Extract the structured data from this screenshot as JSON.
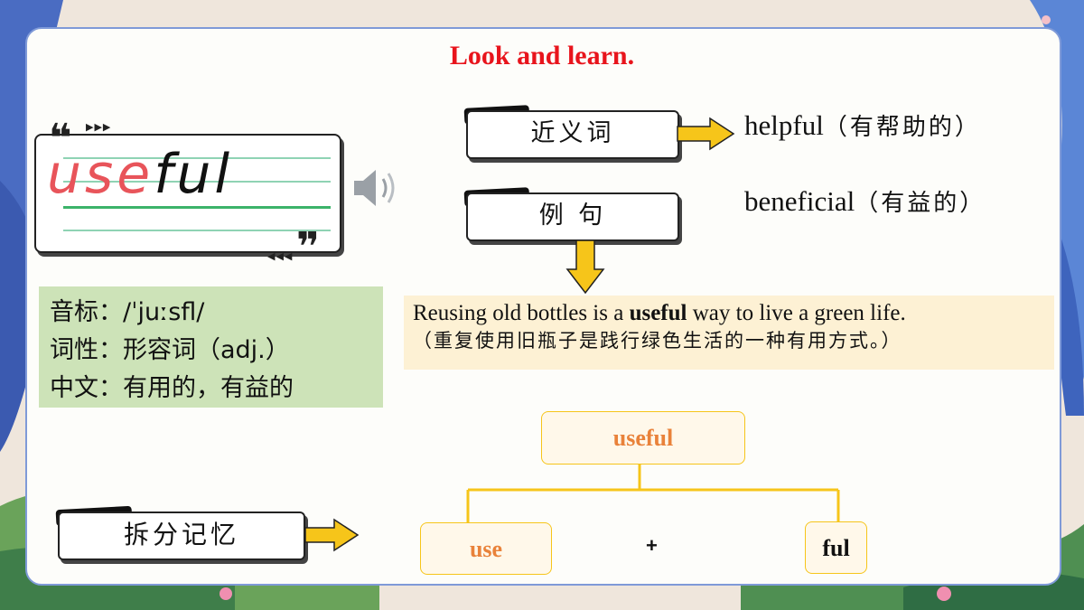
{
  "title": "Look and learn.",
  "word": {
    "part1": "use",
    "part2": "ful"
  },
  "info": {
    "phonetic": "音标：/ˈjuːsfl/",
    "pos": "词性：形容词（adj.）",
    "meaning": "中文：有用的，有益的"
  },
  "labels": {
    "synonym": "近义词",
    "example": "例 句",
    "split": "拆分记忆"
  },
  "synonyms": [
    {
      "en": "helpful",
      "cn": "（有帮助的）"
    },
    {
      "en": "beneficial",
      "cn": "（有益的）"
    }
  ],
  "sentence": {
    "before": "Reusing old bottles is a ",
    "keyword": "useful",
    "after": " way to live a green life.",
    "translation": "（重复使用旧瓶子是践行绿色生活的一种有用方式。）"
  },
  "tree": {
    "root": "useful",
    "left": "use",
    "right": "ful",
    "operator": "+"
  },
  "colors": {
    "title": "#e8141c",
    "accent_yellow": "#f6c51a",
    "node_text": "#e9823a",
    "info_bg": "#cde3b8",
    "card_border": "#7f9ad8"
  }
}
